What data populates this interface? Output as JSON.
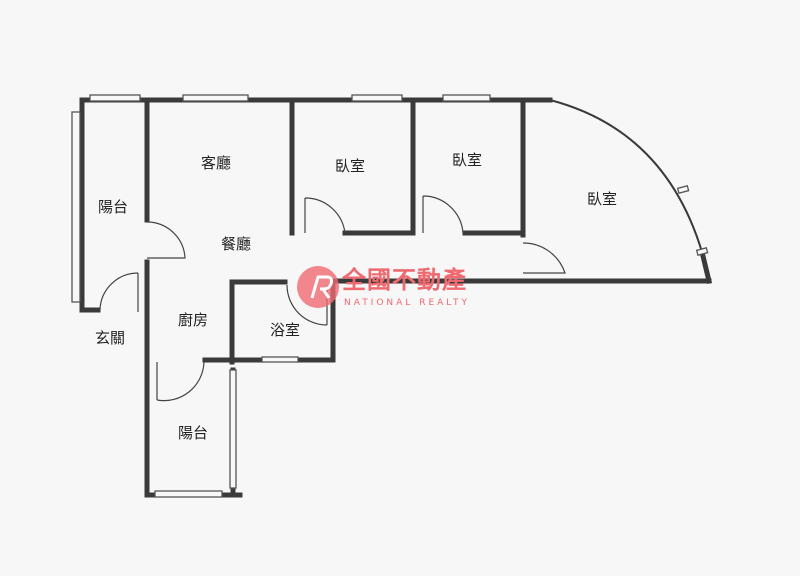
{
  "rooms": {
    "living_room": "客廳",
    "bedroom_1": "臥室",
    "bedroom_2": "臥室",
    "bedroom_3": "臥室",
    "balcony_west": "陽台",
    "dining_room": "餐廳",
    "entrance": "玄關",
    "kitchen": "廚房",
    "bathroom": "浴室",
    "balcony_south": "陽台"
  },
  "watermark": {
    "chinese": "全國不動產",
    "english": "NATIONAL REALTY",
    "color": "#ef6a70"
  },
  "colors": {
    "wall": "#3a3a3a",
    "background": "#f7f7f7"
  }
}
